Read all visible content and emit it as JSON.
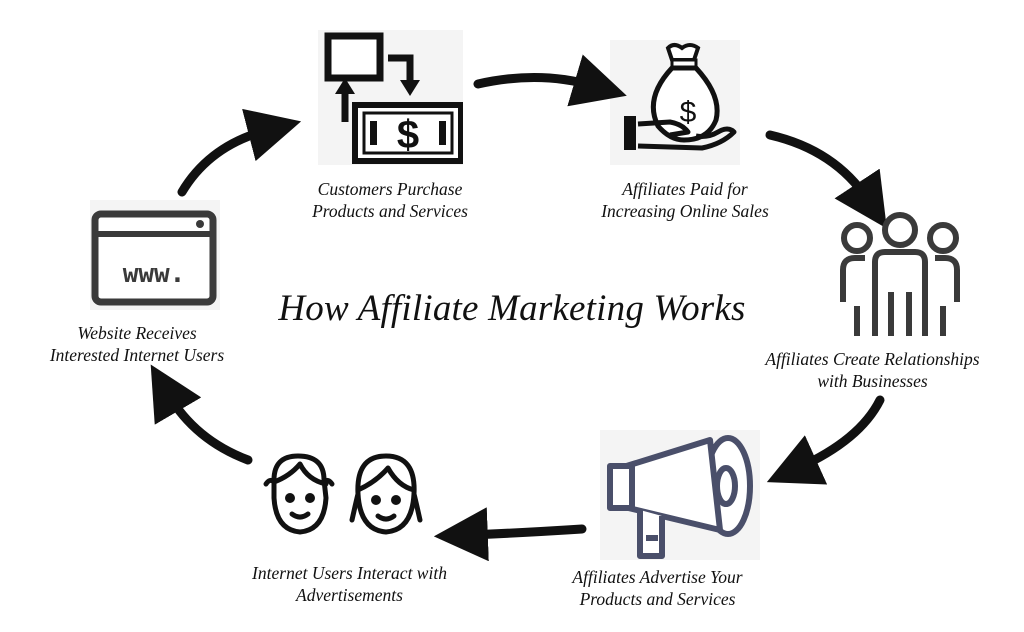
{
  "title": "How Affiliate Marketing Works",
  "steps": [
    {
      "icon": "money-exchange-icon",
      "line1": "Customers Purchase",
      "line2": "Products and Services"
    },
    {
      "icon": "money-bag-hand-icon",
      "line1": "Affiliates Paid for",
      "line2": "Increasing Online Sales"
    },
    {
      "icon": "people-group-icon",
      "line1": "Affiliates Create Relationships",
      "line2": "with Businesses"
    },
    {
      "icon": "megaphone-icon",
      "line1": "Affiliates Advertise Your",
      "line2": "Products and Services"
    },
    {
      "icon": "two-faces-icon",
      "line1": "Internet Users Interact with",
      "line2": "Advertisements"
    },
    {
      "icon": "browser-www-icon",
      "line1": "Website Receives",
      "line2": "Interested Internet Users"
    }
  ],
  "icon_text": {
    "www": "www.",
    "dollar": "$"
  },
  "colors": {
    "ink": "#111111",
    "icon_gray": "#3a3a3a",
    "icon_bg": "#f4f4f4"
  }
}
